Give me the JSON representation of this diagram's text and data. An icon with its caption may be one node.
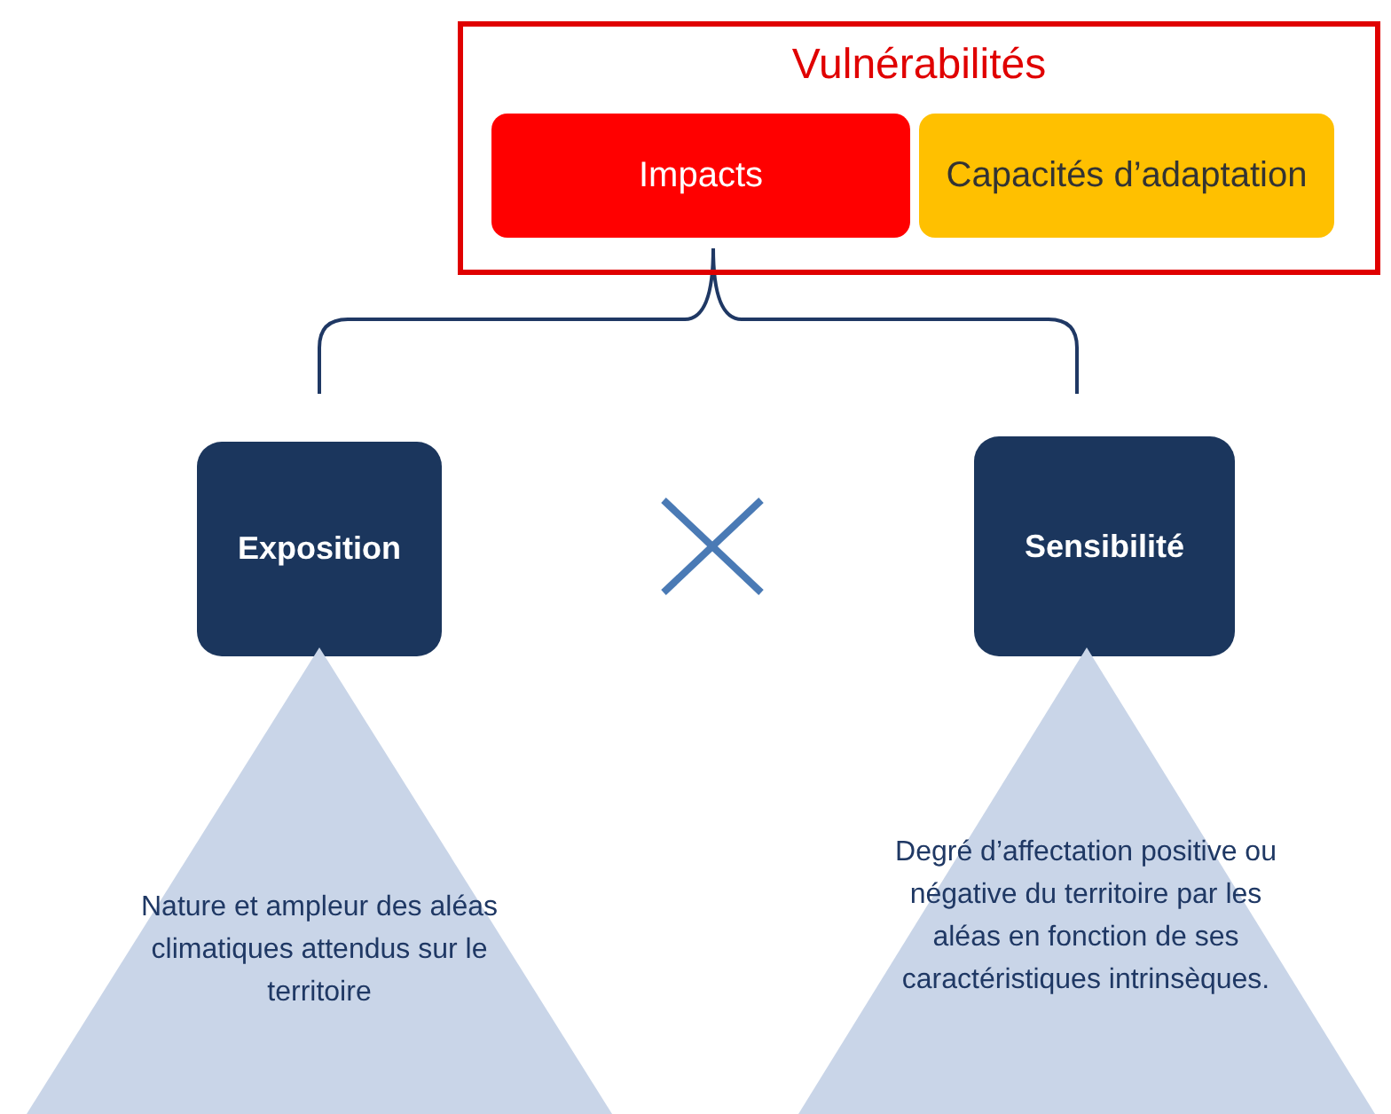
{
  "diagram": {
    "nodes": [
      {
        "text": [
          "Vulnérabilités"
        ]
      },
      {
        "text": [
          "Impacts"
        ],
        "in": 0
      },
      {
        "text": [
          "Capacités d’adaptation"
        ],
        "in": 0
      },
      {
        "text": [
          "Exposition"
        ]
      },
      {
        "text": [
          "Sensibilité"
        ]
      },
      {
        "text": [
          "Nature et ampleur des aléas climatiques attendus sur le territoire"
        ]
      },
      {
        "text": [
          "Degré d’affectation positive ou négative du territoire par les aléas en fonction de ses caractéristiques intrinsèques."
        ]
      }
    ]
  }
}
